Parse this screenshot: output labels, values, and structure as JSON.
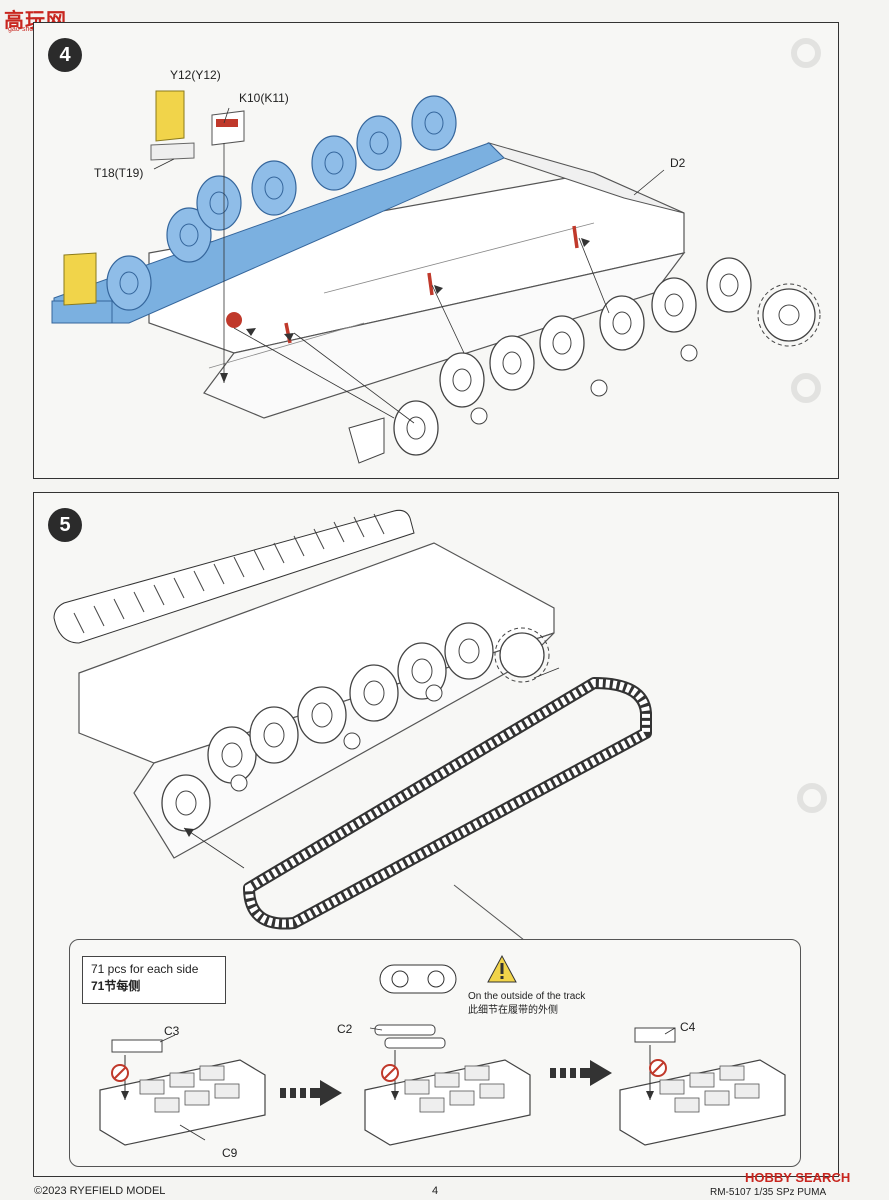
{
  "watermark": {
    "brand": "高玩网",
    "url": "gao-shou.com"
  },
  "step4": {
    "badge": "4",
    "labels": {
      "y12": "Y12(Y12)",
      "k10": "K10(K11)",
      "t18": "T18(T19)",
      "d2": "D2"
    }
  },
  "step5": {
    "badge": "5",
    "count_note": {
      "line1": "71 pcs for each side",
      "line2": "71节每侧"
    },
    "warning_note": {
      "line1": "On the outside of the track",
      "line2": "此细节在履带的外侧"
    },
    "parts": {
      "c3": "C3",
      "c2": "C2",
      "c4": "C4",
      "c9": "C9"
    }
  },
  "footer": {
    "copyright": "©2023 RYEFIELD MODEL",
    "page": "4",
    "model": "RM-5107 1/35 SPz PUMA",
    "watermark": "HOBBY SEARCH"
  },
  "colors": {
    "highlight_blue": "#6fa8dc",
    "highlight_yellow": "#f1d44a",
    "highlight_red": "#c0392b"
  }
}
